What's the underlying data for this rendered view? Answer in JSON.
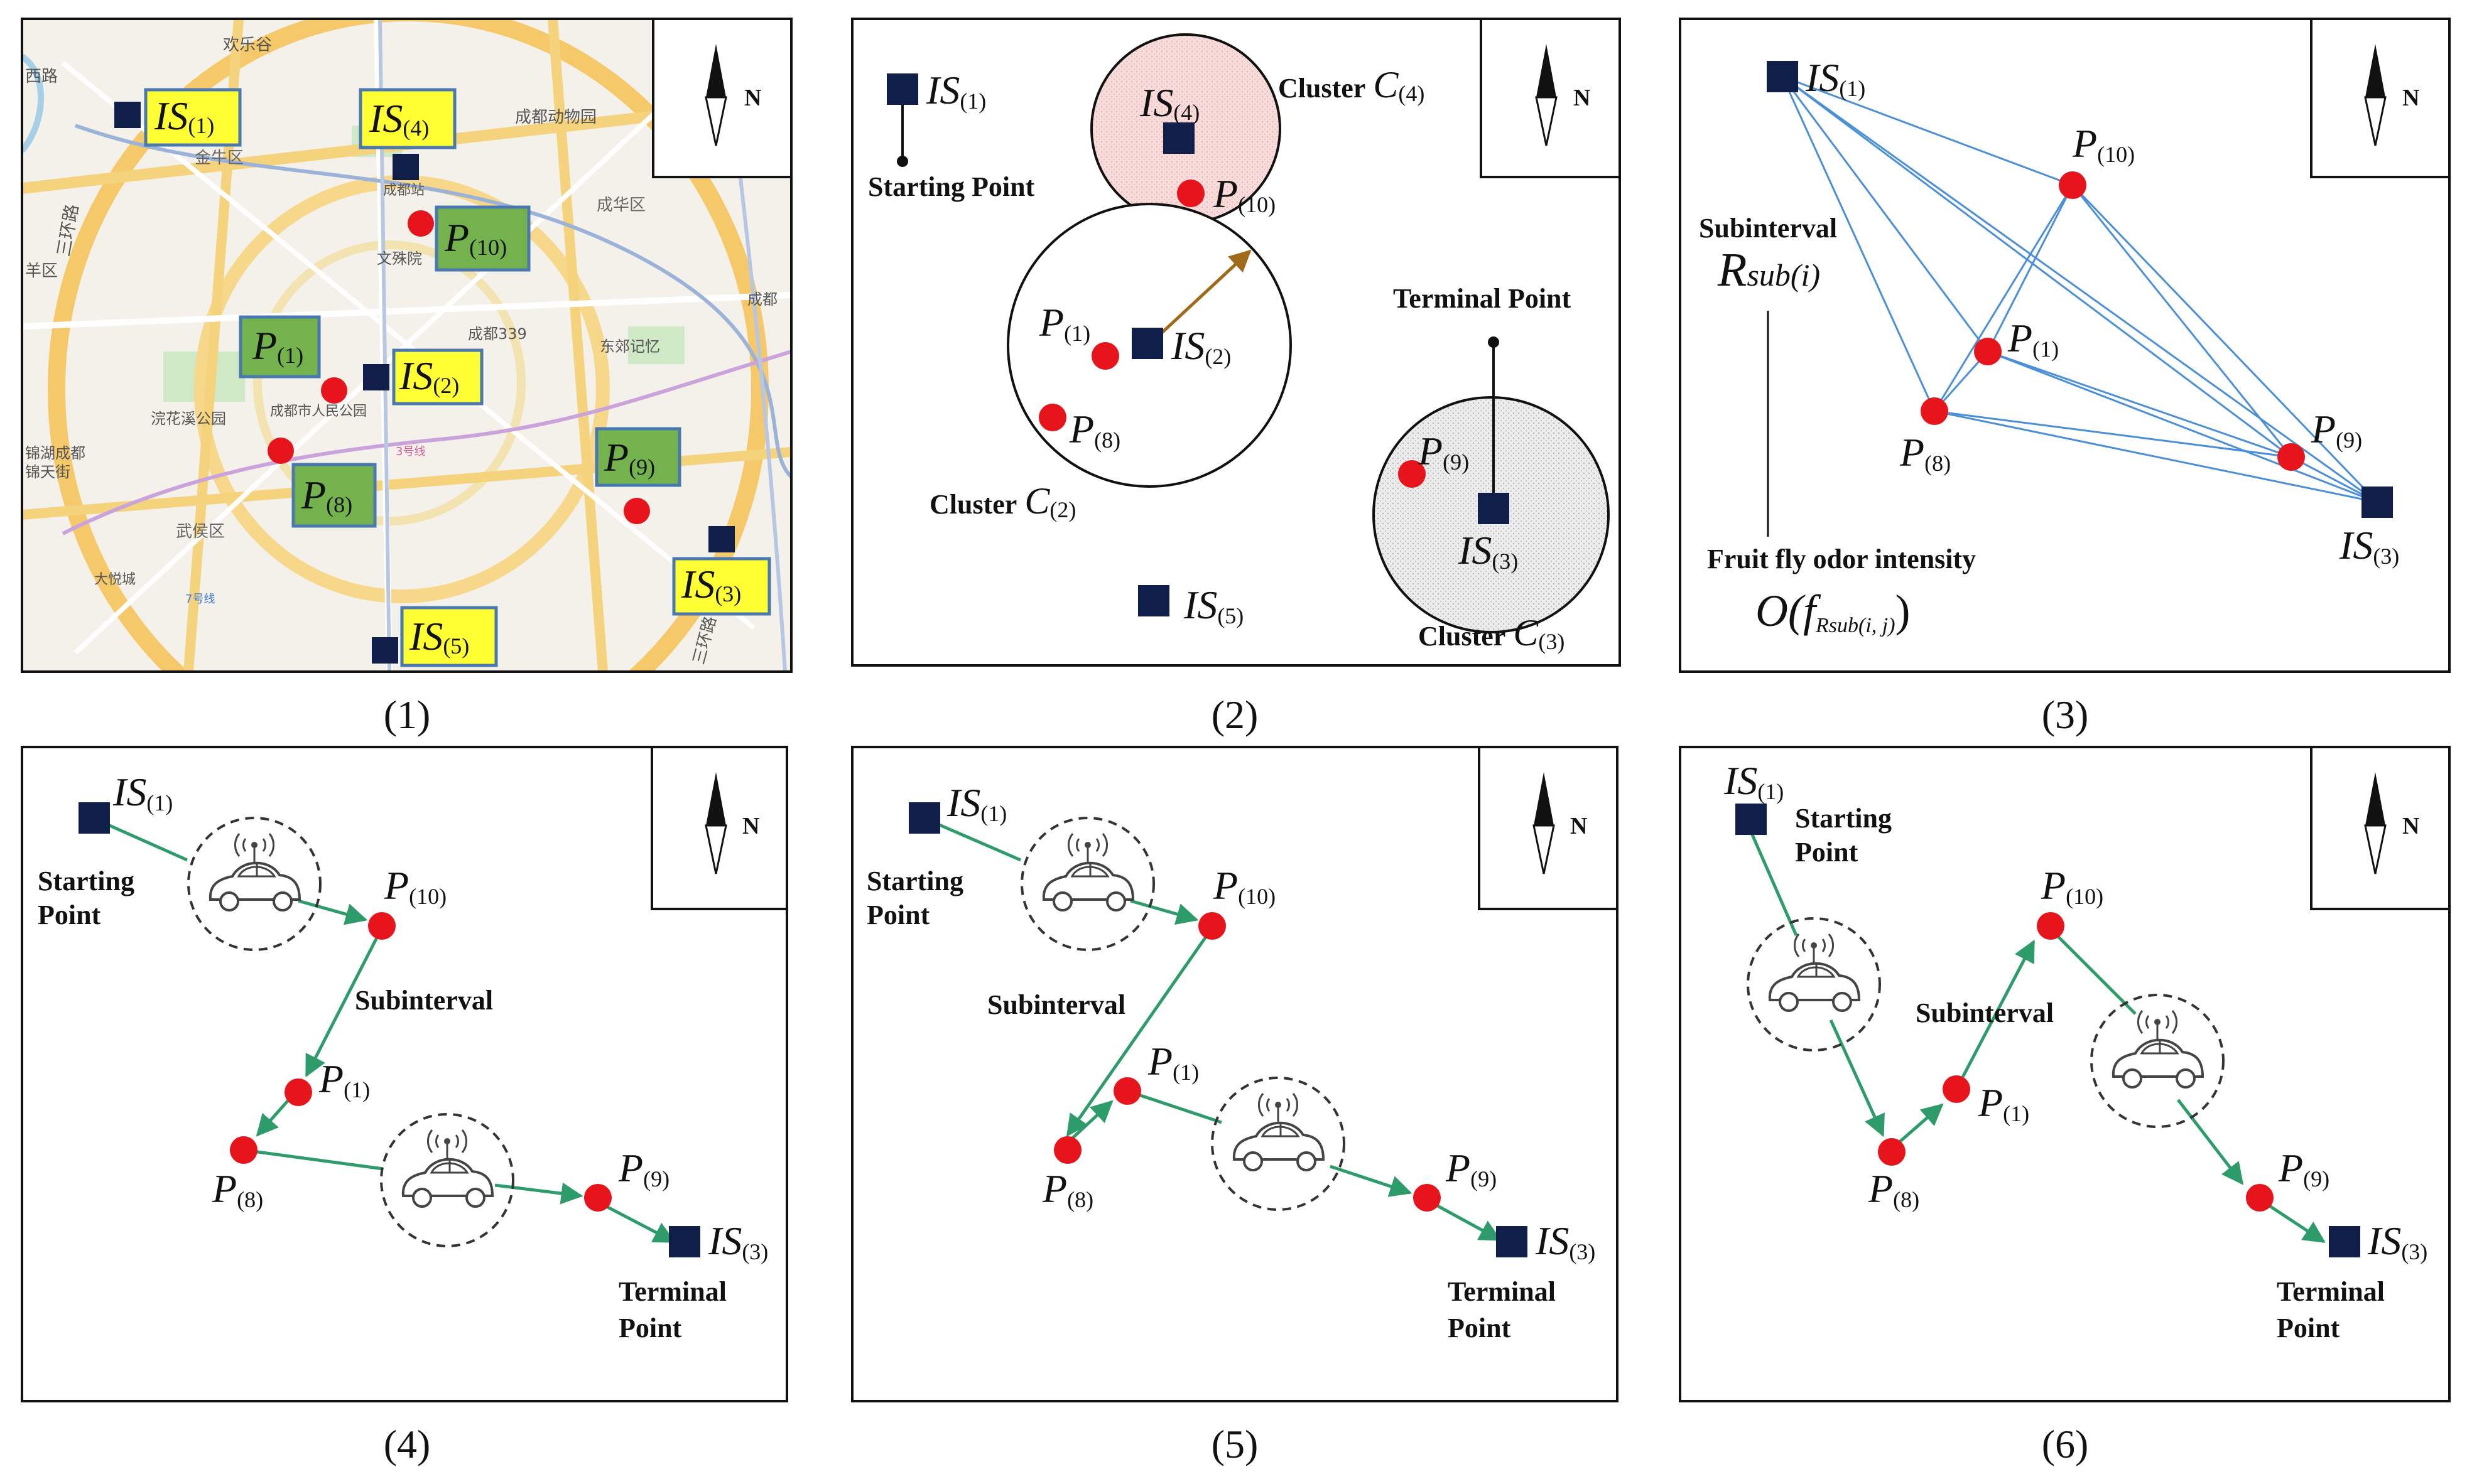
{
  "north_label": "N",
  "panel_labels": [
    "(1)",
    "(2)",
    "(3)",
    "(4)",
    "(5)",
    "(6)"
  ],
  "nodes": {
    "is1": {
      "main": "IS",
      "sub": "(1)"
    },
    "is2": {
      "main": "IS",
      "sub": "(2)"
    },
    "is3": {
      "main": "IS",
      "sub": "(3)"
    },
    "is4": {
      "main": "IS",
      "sub": "(4)"
    },
    "is5": {
      "main": "IS",
      "sub": "(5)"
    },
    "p1": {
      "main": "P",
      "sub": "(1)"
    },
    "p8": {
      "main": "P",
      "sub": "(8)"
    },
    "p9": {
      "main": "P",
      "sub": "(9)"
    },
    "p10": {
      "main": "P",
      "sub": "(10)"
    }
  },
  "map_places": [
    "欢乐谷",
    "西路",
    "金牛区",
    "成都动物园",
    "成都站",
    "三环路",
    "成华区",
    "文殊院",
    "羊区",
    "成都",
    "成都339",
    "东郊记忆",
    "浣花溪公园",
    "成都市人民公园",
    "3号线",
    "锦湖成都",
    "锦天街",
    "武侯区",
    "大悦城",
    "7号线",
    "三环路"
  ],
  "panel2": {
    "starting_point": "Starting Point",
    "terminal_point": "Terminal Point",
    "cluster_word": "Cluster",
    "cluster_c": "C",
    "c2_sub": "(2)",
    "c3_sub": "(3)",
    "c4_sub": "(4)"
  },
  "panel3": {
    "subinterval": "Subinterval",
    "rsub_main": "R",
    "rsub_sub": "sub(i)",
    "odor_label": "Fruit fly odor intensity",
    "odor_formula_open": "O(",
    "odor_f": "f",
    "odor_sub": "Rsub(i, j)",
    "odor_close": ")"
  },
  "panel4": {
    "starting_1": "Starting",
    "starting_2": "Point",
    "subinterval": "Subinterval",
    "terminal_1": "Terminal",
    "terminal_2": "Point"
  },
  "panel5": {
    "starting_1": "Starting",
    "starting_2": "Point",
    "subinterval": "Subinterval",
    "terminal_1": "Terminal",
    "terminal_2": "Point"
  },
  "panel6": {
    "starting_1": "Starting",
    "starting_2": "Point",
    "subinterval": "Subinterval",
    "terminal_1": "Terminal",
    "terminal_2": "Point"
  },
  "colors": {
    "node_square": "#0f1f4a",
    "node_circle": "#e8141c",
    "route_green": "#2e9c6a",
    "complete_graph_blue": "#4a8fd8",
    "cluster_pink": "#f7d6d6",
    "cluster_grey": "#e6e6e6",
    "arrow_brown": "#a06a1a",
    "label_yellow": "#ffff33",
    "label_green": "#74b24d",
    "label_border": "#4a78b0"
  }
}
